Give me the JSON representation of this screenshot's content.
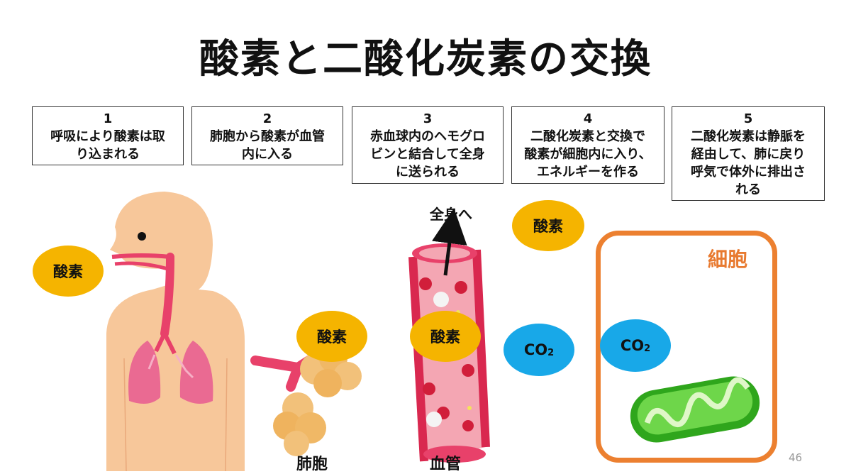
{
  "title": "酸素と二酸化炭素の交換",
  "steps": [
    {
      "num": "1",
      "text": "呼吸により酸素は取\nり込まれる"
    },
    {
      "num": "2",
      "text": "肺胞から酸素が血管\n内に入る"
    },
    {
      "num": "3",
      "text": "赤血球内のヘモグロ\nビンと結合して全身\nに送られる"
    },
    {
      "num": "4",
      "text": "二酸化炭素と交換で\n酸素が細胞内に入り、\nエネルギーを作る"
    },
    {
      "num": "5",
      "text": "二酸化炭素は静脈を\n経由して、肺に戻り\n呼気で体外に排出さ\nれる"
    }
  ],
  "labels": {
    "oxygen": "酸素",
    "co2_main": "CO",
    "co2_sub": "2",
    "to_body": "全身へ",
    "cell": "細胞",
    "alveoli": "肺胞",
    "blood_vessel": "血管",
    "page_number": "46"
  },
  "colors": {
    "oxygen": "#f5b400",
    "co2": "#18a8e8",
    "cell_border": "#ec8030",
    "skin": "#f7c79a",
    "vessel": "#e8416a",
    "mitochondria": "#5fcf3a"
  }
}
